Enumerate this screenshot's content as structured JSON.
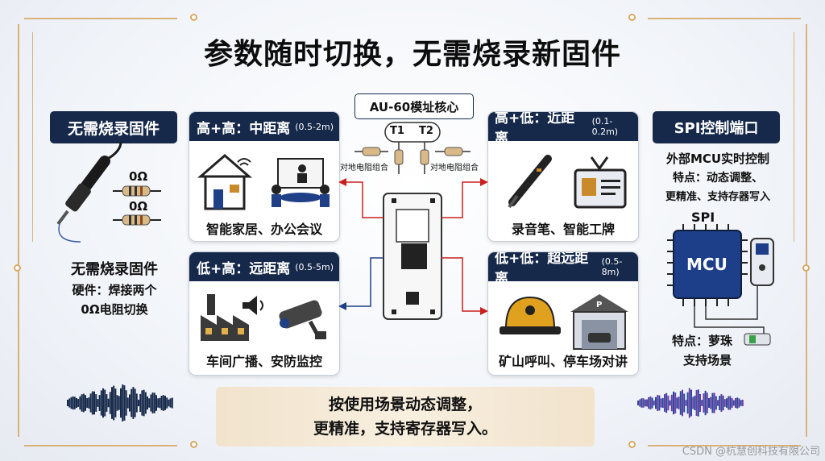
{
  "title": "参数随时切换，无需烧录新固件",
  "core": {
    "label": "AU-60模址核心",
    "t1": "T1",
    "t2": "T2",
    "resistor_left": "对地电阻组合",
    "resistor_right": "对地电阻组合"
  },
  "left": {
    "header": "无需烧录固件",
    "ohm1": "0Ω",
    "ohm2": "0Ω",
    "caption_title": "无需烧录固件",
    "caption_line1": "硬件：焊接两个",
    "caption_line2": "0Ω电阻切换"
  },
  "modes": [
    {
      "header": "高+高：中距离",
      "range": "(0.5-2m)",
      "caption": "智能家居、办公会议"
    },
    {
      "header": "低+高：远距离",
      "range": "(0.5-5m)",
      "caption": "车间广播、安防监控"
    },
    {
      "header": "高+低：近距离",
      "range": "(0.1-0.2m)",
      "caption": "录音笔、智能工牌"
    },
    {
      "header": "低+低：超远距离",
      "range": "(0.5-8m)",
      "caption": "矿山呼叫、停车场对讲"
    }
  ],
  "spi": {
    "header": "SPI控制端口",
    "line1": "外部MCU实时控制",
    "line2": "特点：动态调整、",
    "line3": "更精准、支持存器写入",
    "spi_label": "SPI",
    "mcu_label": "MCU",
    "feat1": "特点：萝珠",
    "feat2": "支持场景"
  },
  "bottom": {
    "line1": "按使用场景动态调整，",
    "line2": "更精准，支持寄存器写入。"
  },
  "watermark": "CSDN @杭慧创科技有限公司",
  "colors": {
    "navy": "#16294a",
    "gold": "#d9b27a",
    "red_arrow": "#c8201e",
    "blue_arrow": "#1f3f86"
  }
}
